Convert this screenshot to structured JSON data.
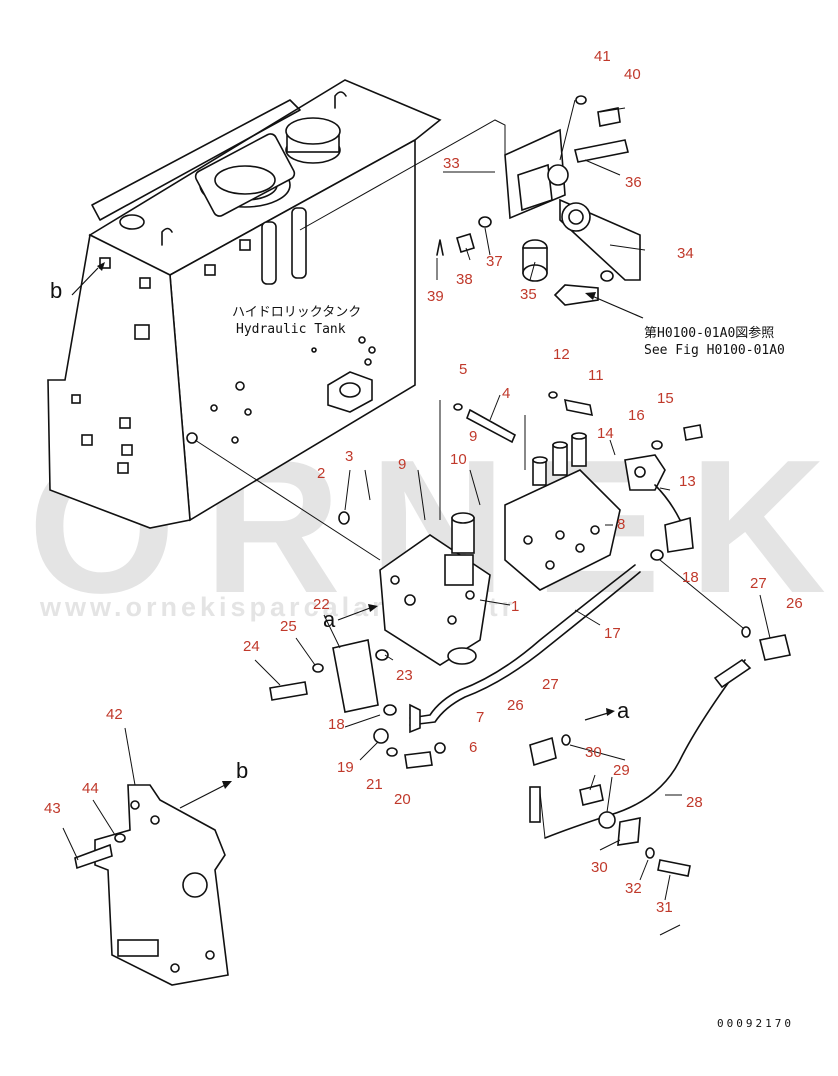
{
  "watermark": {
    "brand": "ORNEK",
    "url": "www.ornekisparcalari.com.tr"
  },
  "tank_label": {
    "japanese": "ハイドロリックタンク",
    "english": "Hydraulic Tank"
  },
  "reference": {
    "japanese": "第H0100-01A0図参照",
    "english": "See Fig H0100-01A0"
  },
  "letters": {
    "a1": "a",
    "a2": "a",
    "b1": "b",
    "b2": "b"
  },
  "figure_id": "00092170",
  "callouts": {
    "n1": "1",
    "n2": "2",
    "n3": "3",
    "n4": "4",
    "n5": "5",
    "n6": "6",
    "n7": "7",
    "n8": "8",
    "n9a": "9",
    "n9b": "9",
    "n10": "10",
    "n11": "11",
    "n12": "12",
    "n13": "13",
    "n14": "14",
    "n15": "15",
    "n16": "16",
    "n17": "17",
    "n18a": "18",
    "n18b": "18",
    "n19": "19",
    "n20": "20",
    "n21": "21",
    "n22": "22",
    "n23": "23",
    "n24": "24",
    "n25": "25",
    "n26a": "26",
    "n26b": "26",
    "n27a": "27",
    "n27b": "27",
    "n28": "28",
    "n29": "29",
    "n30a": "30",
    "n30b": "30",
    "n31": "31",
    "n32": "32",
    "n33": "33",
    "n34": "34",
    "n35": "35",
    "n36": "36",
    "n37": "37",
    "n38": "38",
    "n39": "39",
    "n40": "40",
    "n41": "41",
    "n42": "42",
    "n43": "43",
    "n44": "44"
  }
}
